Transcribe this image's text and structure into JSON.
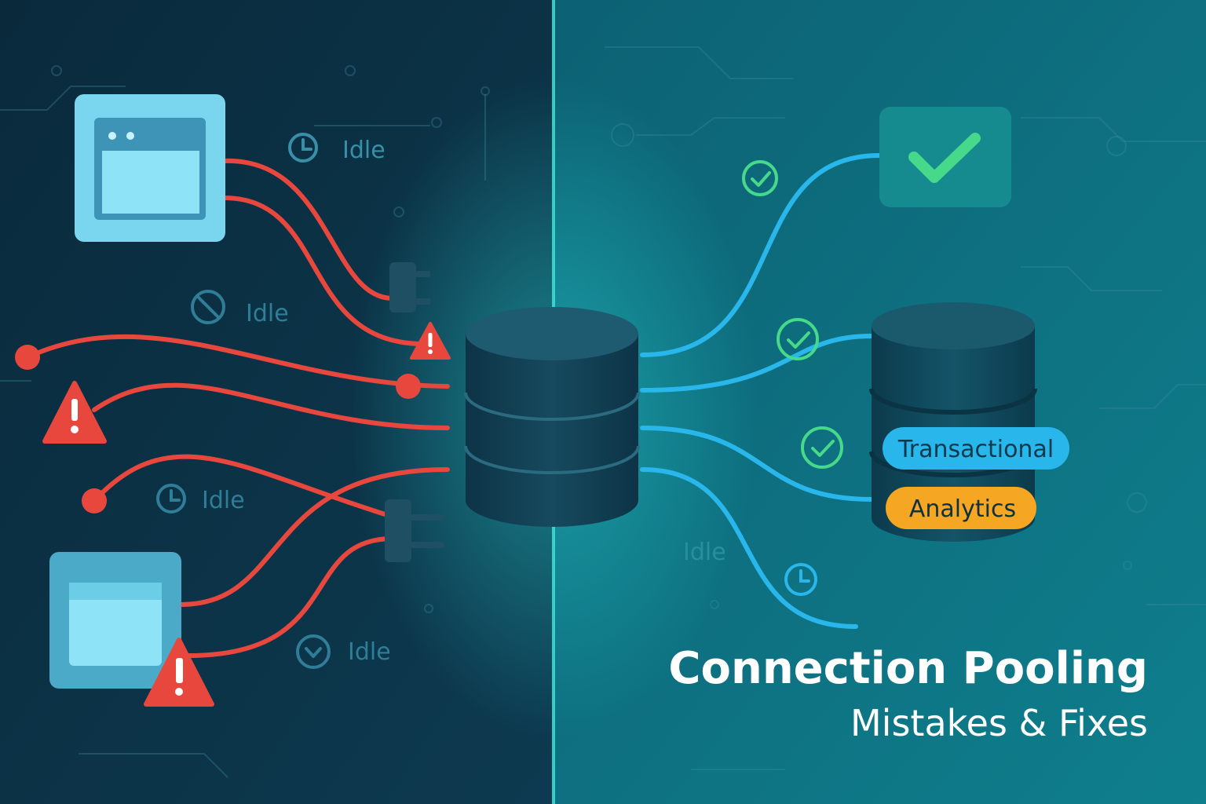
{
  "labels": {
    "idle_1": "Idle",
    "idle_2": "Idle",
    "idle_3": "Idle",
    "idle_4": "Idle",
    "idle_right": "Idle"
  },
  "pool_tags": {
    "transactional": "Transactional",
    "analytics": "Analytics"
  },
  "title": {
    "main": "Connection Pooling",
    "sub": "Mistakes & Fixes"
  },
  "colors": {
    "left_bg": "#0b3146",
    "right_bg": "#0e7484",
    "bad_line": "#e8473e",
    "good_line": "#29b6ea",
    "check": "#46d98a",
    "transactional_pill": "#29b6ea",
    "analytics_pill": "#f5a623"
  }
}
